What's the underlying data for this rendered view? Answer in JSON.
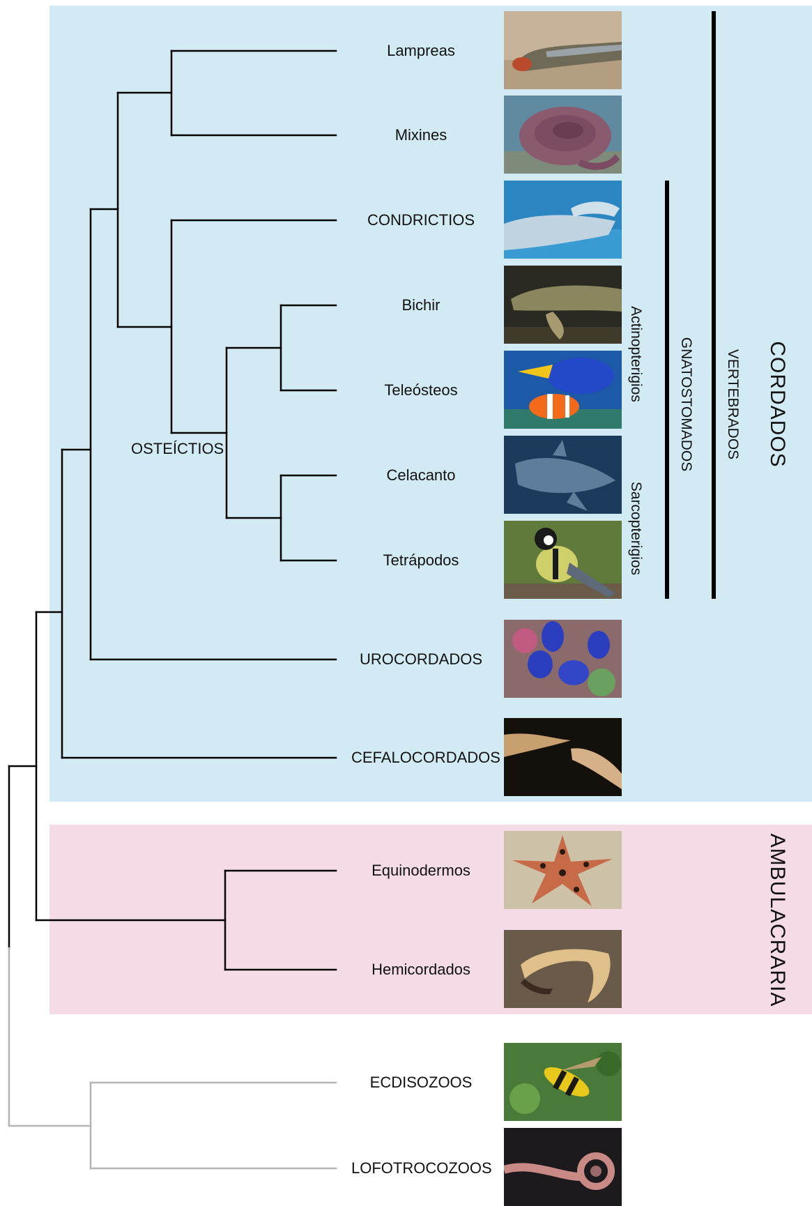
{
  "taxa": [
    {
      "id": "lampreas",
      "label": "Lampreas",
      "picture": "lamprey-photo"
    },
    {
      "id": "mixines",
      "label": "Mixines",
      "picture": "hagfish-photo"
    },
    {
      "id": "condrictios",
      "label": "CONDRICTIOS",
      "picture": "hammerhead-shark-photo"
    },
    {
      "id": "bichir",
      "label": "Bichir",
      "picture": "bichir-fish-photo"
    },
    {
      "id": "teleosteos",
      "label": "Teleósteos",
      "picture": "clownfish-and-tang-photo"
    },
    {
      "id": "celacanto",
      "label": "Celacanto",
      "picture": "coelacanth-photo"
    },
    {
      "id": "tetrapodos",
      "label": "Tetrápodos",
      "picture": "great-tit-bird-photo"
    },
    {
      "id": "urocordados",
      "label": "UROCORDADOS",
      "picture": "blue-tunicate-photo"
    },
    {
      "id": "cefalocordados",
      "label": "CEFALOCORDADOS",
      "picture": "lancelet-photo"
    },
    {
      "id": "equinodermos",
      "label": "Equinodermos",
      "picture": "chocolate-chip-starfish-photo"
    },
    {
      "id": "hemicordados",
      "label": "Hemicordados",
      "picture": "acorn-worm-photo"
    },
    {
      "id": "ecdisozoos",
      "label": "ECDISOZOOS",
      "picture": "wasp-photo"
    },
    {
      "id": "lofotrocozoos",
      "label": "LOFOTROCOZOOS",
      "picture": "polychaete-worm-photo"
    }
  ],
  "node_labels": {
    "osteictios": "OSTEÍCTIOS"
  },
  "groups": {
    "actinopterigios": "Actinopterigios",
    "sarcopterigios": "Sarcopterigios",
    "gnatostomados": "GNATOSTOMADOS",
    "vertebrados": "VERTEBRADOS",
    "cordados": "CORDADOS",
    "ambulacraria": "AMBULACRARIA"
  },
  "colors": {
    "cordados_band": "#d2eaf4",
    "ambulacraria_band": "#f4dbe5",
    "tree_line": "#000000",
    "outgroup_line": "#b5b5b5"
  }
}
